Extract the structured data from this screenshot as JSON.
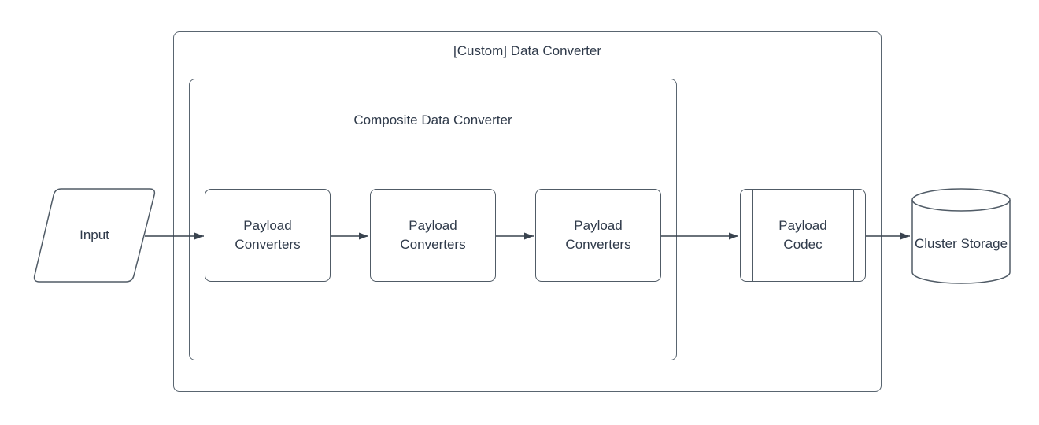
{
  "diagram": {
    "type": "flowchart",
    "background": "#ffffff",
    "colors": {
      "shape_stroke": "#505b66",
      "container_stroke": "#596570",
      "arrow": "#39434f",
      "text": "#2f3a4a",
      "fill": "#ffffff"
    },
    "containers": {
      "custom": {
        "label": "[Custom] Data Converter"
      },
      "composite": {
        "label": "Composite Data Converter"
      }
    },
    "nodes": {
      "input": {
        "label": "Input",
        "shape": "parallelogram"
      },
      "converters": [
        {
          "label": "Payload Converters",
          "shape": "rounded-rect"
        },
        {
          "label": "Payload Converters",
          "shape": "rounded-rect"
        },
        {
          "label": "Payload Converters",
          "shape": "rounded-rect"
        }
      ],
      "codec": {
        "label": "Payload Codec",
        "shape": "predefined-process"
      },
      "storage": {
        "label": "Cluster Storage",
        "shape": "cylinder"
      }
    },
    "edges": [
      {
        "from": "input",
        "to": "payload-converters-1"
      },
      {
        "from": "payload-converters-1",
        "to": "payload-converters-2"
      },
      {
        "from": "payload-converters-2",
        "to": "payload-converters-3"
      },
      {
        "from": "payload-converters-3",
        "to": "payload-codec"
      },
      {
        "from": "payload-codec",
        "to": "cluster-storage"
      }
    ]
  }
}
